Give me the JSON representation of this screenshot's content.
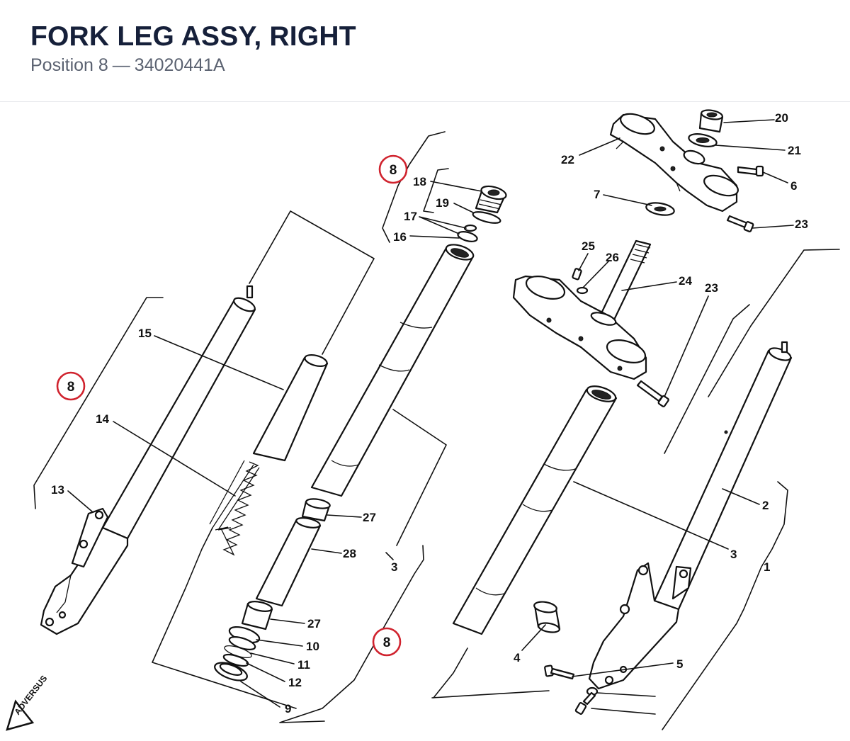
{
  "header": {
    "title": "FORK LEG ASSY, RIGHT",
    "position_label": "Position 8",
    "separator": "—",
    "part_number": "34020441A"
  },
  "highlight_label": "8",
  "callouts": [
    {
      "id": "c20",
      "text": "20"
    },
    {
      "id": "c21",
      "text": "21"
    },
    {
      "id": "c22",
      "text": "22"
    },
    {
      "id": "c6",
      "text": "6"
    },
    {
      "id": "c7",
      "text": "7"
    },
    {
      "id": "c23a",
      "text": "23"
    },
    {
      "id": "c18",
      "text": "18"
    },
    {
      "id": "c19",
      "text": "19"
    },
    {
      "id": "c17",
      "text": "17"
    },
    {
      "id": "c16",
      "text": "16"
    },
    {
      "id": "c25",
      "text": "25"
    },
    {
      "id": "c26",
      "text": "26"
    },
    {
      "id": "c24",
      "text": "24"
    },
    {
      "id": "c23b",
      "text": "23"
    },
    {
      "id": "c15",
      "text": "15"
    },
    {
      "id": "c14",
      "text": "14"
    },
    {
      "id": "c13",
      "text": "13"
    },
    {
      "id": "c27a",
      "text": "27"
    },
    {
      "id": "c28",
      "text": "28"
    },
    {
      "id": "c3a",
      "text": "3"
    },
    {
      "id": "c27b",
      "text": "27"
    },
    {
      "id": "c10",
      "text": "10"
    },
    {
      "id": "c11",
      "text": "11"
    },
    {
      "id": "c12",
      "text": "12"
    },
    {
      "id": "c9",
      "text": "9"
    },
    {
      "id": "c2",
      "text": "2"
    },
    {
      "id": "c3b",
      "text": "3"
    },
    {
      "id": "c1",
      "text": "1"
    },
    {
      "id": "c4",
      "text": "4"
    },
    {
      "id": "c5",
      "text": "5"
    }
  ],
  "logo": {
    "text": "ADVERSUS"
  },
  "colors": {
    "highlight": "#d0232e",
    "title": "#16203a",
    "subtitle": "#5a6170",
    "line": "#111111"
  }
}
